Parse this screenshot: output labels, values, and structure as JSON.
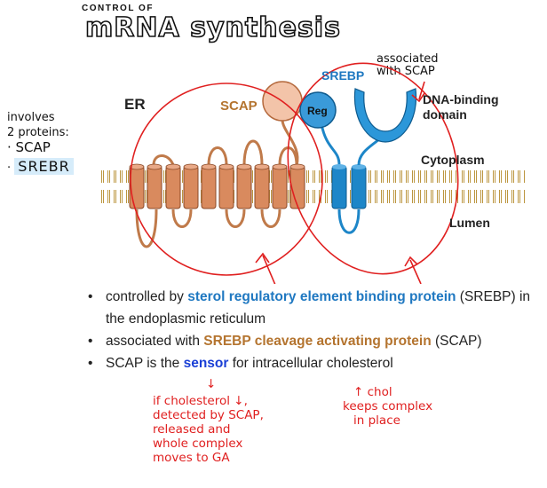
{
  "title": {
    "small": "CONTROL OF",
    "main": "mRNA synthesis"
  },
  "side_note": {
    "line1": "involves",
    "line2": "2 proteins:",
    "item1": "· SCAP",
    "item2_bullet": "·",
    "item2": "SREBR"
  },
  "assoc_note": {
    "line1": "associated",
    "line2": "with SCAP"
  },
  "diagram": {
    "er": "ER",
    "scap": "SCAP",
    "reg": "Reg",
    "srebp": "SREBP",
    "dna_binding_line1": "DNA-binding",
    "dna_binding_line2": "domain",
    "cytoplasm": "Cytoplasm",
    "lumen": "Lumen",
    "colors": {
      "scap": "#d98a5e",
      "srebp": "#1d86c8",
      "reg": "#3a9ad9",
      "membrane": "#8a2a8a",
      "annotation": "#e02020"
    }
  },
  "bullets": [
    {
      "pre": "controlled by ",
      "hl": "sterol regulatory element binding protein",
      "post": " (SREBP) in the endoplasmic reticulum"
    },
    {
      "pre": "associated with ",
      "hl": "SREBP cleavage activating protein",
      "post": " (SCAP)"
    },
    {
      "pre": "SCAP is the ",
      "hl": "sensor",
      "post": " for intracellular cholesterol"
    }
  ],
  "notes": {
    "left_arrow": "↓",
    "left": [
      "if cholesterol ↓,",
      "detected by SCAP,",
      "released and",
      "whole complex",
      "moves to GA"
    ],
    "right": [
      "↑ chol",
      "keeps complex",
      "in place"
    ]
  }
}
